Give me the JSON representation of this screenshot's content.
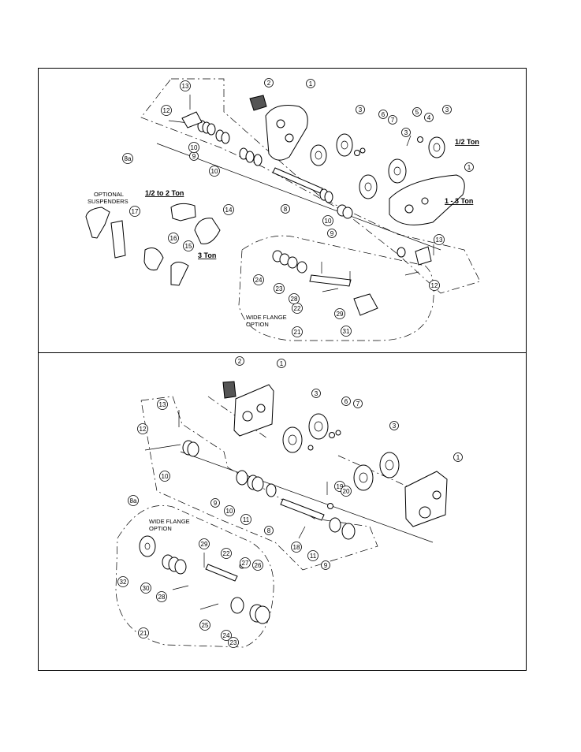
{
  "top": {
    "callouts": [
      "1",
      "2",
      "3",
      "3",
      "3",
      "4",
      "5",
      "6",
      "7",
      "8",
      "8a",
      "9",
      "9",
      "10",
      "10",
      "10",
      "12",
      "12",
      "13",
      "13",
      "14",
      "15",
      "16",
      "17",
      "21",
      "22",
      "23",
      "24",
      "28",
      "29",
      "31",
      "1"
    ],
    "text_labels": {
      "half_ton": "1/2 Ton",
      "one_to_three_ton": "1 - 3 Ton",
      "half_to_two_ton": "1/2 to 2 Ton",
      "three_ton": "3 Ton",
      "optional_suspenders": [
        "OPTIONAL",
        "SUSPENDERS"
      ],
      "wide_flange_option": [
        "WIDE FLANGE",
        "OPTION"
      ]
    }
  },
  "bottom": {
    "callouts": [
      "2",
      "1",
      "3",
      "6",
      "7",
      "3",
      "1",
      "13",
      "12",
      "10",
      "8a",
      "9",
      "10",
      "11",
      "8",
      "19",
      "20",
      "18",
      "11",
      "9",
      "29",
      "22",
      "27",
      "26",
      "32",
      "30",
      "28",
      "25",
      "24",
      "23",
      "21"
    ],
    "text_labels": {
      "wide_flange_option": [
        "WIDE FLANGE",
        "OPTION"
      ]
    }
  }
}
